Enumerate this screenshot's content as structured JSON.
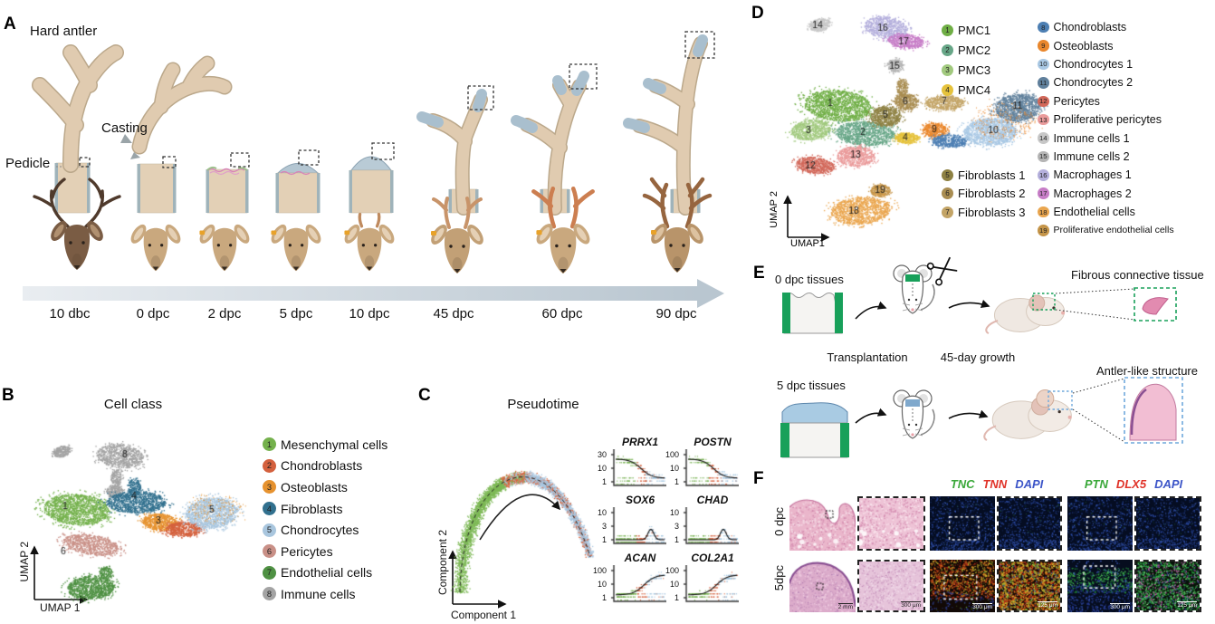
{
  "panels": {
    "A": {
      "label": "A",
      "hard_antler": "Hard antler",
      "casting": "Casting",
      "pedicle": "Pedicle",
      "timepoints": [
        "10 dbc",
        "0 dpc",
        "2 dpc",
        "5 dpc",
        "10 dpc",
        "45 dpc",
        "60 dpc",
        "90 dpc"
      ]
    },
    "B": {
      "label": "B",
      "title": "Cell class",
      "xlabel": "UMAP 1",
      "ylabel": "UMAP 2",
      "legend": [
        {
          "num": "1",
          "label": "Mesenchymal cells",
          "color": "#74b14c"
        },
        {
          "num": "2",
          "label": "Chondroblasts",
          "color": "#d4613e"
        },
        {
          "num": "3",
          "label": "Osteoblasts",
          "color": "#e6922f"
        },
        {
          "num": "4",
          "label": "Fibroblasts",
          "color": "#31708e"
        },
        {
          "num": "5",
          "label": "Chondrocytes",
          "color": "#a9c6de"
        },
        {
          "num": "6",
          "label": "Pericytes",
          "color": "#c99087"
        },
        {
          "num": "7",
          "label": "Endothelial cells",
          "color": "#4f9143"
        },
        {
          "num": "8",
          "label": "Immune cells",
          "color": "#a3a3a3"
        }
      ]
    },
    "C": {
      "label": "C",
      "title": "Pseudotime",
      "xlabel": "Component 1",
      "ylabel": "Component 2",
      "genes": [
        {
          "name": "PRRX1",
          "yticks": [
            "30",
            "10",
            "1"
          ],
          "trend": "down"
        },
        {
          "name": "POSTN",
          "yticks": [
            "100",
            "10",
            "1"
          ],
          "trend": "down"
        },
        {
          "name": "SOX6",
          "yticks": [
            "10",
            "3",
            "1"
          ],
          "trend": "bump"
        },
        {
          "name": "CHAD",
          "yticks": [
            "10",
            "3",
            "1"
          ],
          "trend": "bump"
        },
        {
          "name": "ACAN",
          "yticks": [
            "100",
            "10",
            "1"
          ],
          "trend": "up"
        },
        {
          "name": "COL2A1",
          "yticks": [
            "100",
            "10",
            "1"
          ],
          "trend": "up"
        }
      ]
    },
    "D": {
      "label": "D",
      "xlabel": "UMAP1",
      "ylabel": "UMAP 2",
      "legend_pmc": [
        {
          "num": "1",
          "label": "PMC1",
          "color": "#6fae45"
        },
        {
          "num": "2",
          "label": "PMC2",
          "color": "#67a687"
        },
        {
          "num": "3",
          "label": "PMC3",
          "color": "#a1c97e"
        },
        {
          "num": "4",
          "label": "PMC4",
          "color": "#e5c23c"
        }
      ],
      "legend_fibro": [
        {
          "num": "5",
          "label": "Fibroblasts 1",
          "color": "#8e8143"
        },
        {
          "num": "6",
          "label": "Fibroblasts 2",
          "color": "#a98d52"
        },
        {
          "num": "7",
          "label": "Fibroblasts 3",
          "color": "#c3a466"
        }
      ],
      "legend_right": [
        {
          "num": "8",
          "label": "Chondroblasts",
          "color": "#4d7fb3"
        },
        {
          "num": "9",
          "label": "Osteoblasts",
          "color": "#e9872d"
        },
        {
          "num": "10",
          "label": "Chondrocytes 1",
          "color": "#a9c8e4"
        },
        {
          "num": "11",
          "label": "Chondrocytes 2",
          "color": "#60809c"
        },
        {
          "num": "12",
          "label": "Pericytes",
          "color": "#d2685a"
        },
        {
          "num": "13",
          "label": "Proliferative pericytes",
          "color": "#ea9b9b"
        },
        {
          "num": "14",
          "label": "Immune cells 1",
          "color": "#c7c7c7"
        },
        {
          "num": "15",
          "label": "Immune cells 2",
          "color": "#b5b5b5"
        },
        {
          "num": "16",
          "label": "Macrophages 1",
          "color": "#b4afdc"
        },
        {
          "num": "17",
          "label": "Macrophages 2",
          "color": "#c77dc7"
        },
        {
          "num": "18",
          "label": "Endothelial cells",
          "color": "#eaa64f"
        },
        {
          "num": "19",
          "label": "Proliferative endothelial cells",
          "color": "#c59549"
        }
      ]
    },
    "E": {
      "label": "E",
      "top_tissue": "0 dpc tissues",
      "bottom_tissue": "5 dpc tissues",
      "step1": "Transplantation",
      "step2": "45-day growth",
      "top_result": "Fibrous connective tissue",
      "bottom_result": "Antler-like structure"
    },
    "F": {
      "label": "F",
      "row_labels": [
        "0 dpc",
        "5dpc"
      ],
      "stains1": [
        {
          "name": "TNC",
          "color": "#3aa83a"
        },
        {
          "name": "TNN",
          "color": "#e03228"
        },
        {
          "name": "DAPI",
          "color": "#3c55c8"
        }
      ],
      "stains2": [
        {
          "name": "PTN",
          "color": "#3aa83a"
        },
        {
          "name": "DLX5",
          "color": "#e03228"
        },
        {
          "name": "DAPI",
          "color": "#3c55c8"
        }
      ],
      "scalebars": [
        "2 mm",
        "300 μm",
        "300 μm",
        "125 μm",
        "300 μm",
        "125 μm"
      ]
    }
  }
}
